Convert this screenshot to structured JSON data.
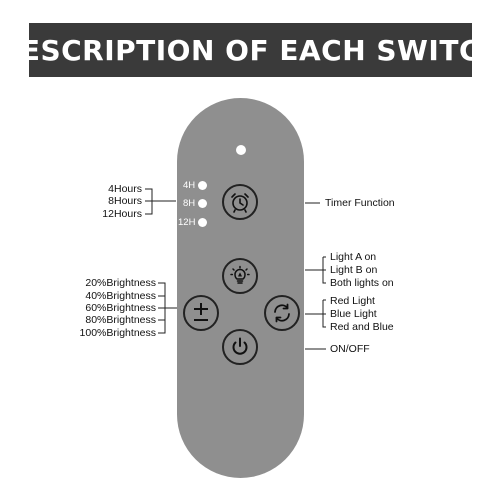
{
  "banner": {
    "title": "DESCRIPTION OF EACH SWITCH"
  },
  "timer": {
    "hours": [
      "4Hours",
      "8Hours",
      "12Hours"
    ],
    "led_labels": [
      "4H",
      "8H",
      "12H"
    ],
    "function_label": "Timer Function"
  },
  "light": {
    "labels": [
      "Light A on",
      "Light B on",
      "Both lights on"
    ]
  },
  "brightness": {
    "levels": [
      "20%Brightness",
      "40%Brightness",
      "60%Brightness",
      "80%Brightness",
      "100%Brightness"
    ]
  },
  "color": {
    "labels": [
      "Red Light",
      "Blue Light",
      "Red and Blue"
    ]
  },
  "power": {
    "label": "ON/OFF"
  },
  "buttons": {
    "timer_icon": "alarm-clock-icon",
    "light_icon": "light-bulb-icon",
    "brightness_icon": "plus-minus-icon",
    "cycle_icon": "cycle-arrows-icon",
    "power_icon": "power-icon"
  },
  "colors": {
    "banner_bg": "#3a3a3a",
    "remote_body": "#8f8f8f",
    "led": "#ffffff"
  }
}
